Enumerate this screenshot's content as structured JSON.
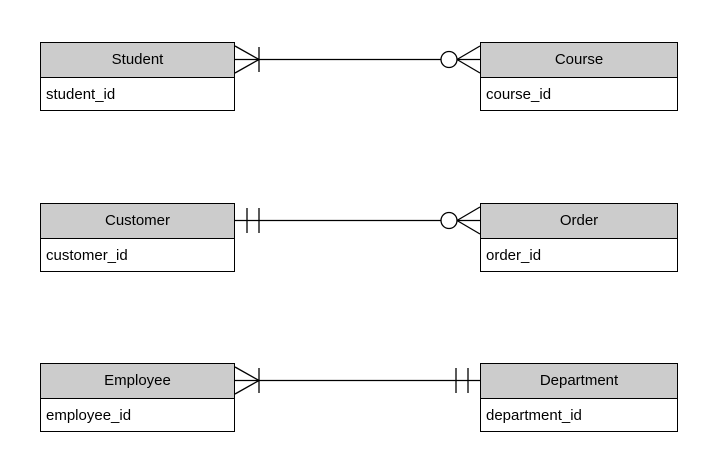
{
  "diagram": {
    "type": "entity-relationship-diagram",
    "notation": "crows-foot",
    "colors": {
      "header_fill": "#cccccc",
      "body_fill": "#ffffff",
      "line": "#000000",
      "text": "#000000",
      "background": "#ffffff"
    },
    "entities": [
      {
        "name": "Student",
        "attributes": [
          "student_id"
        ]
      },
      {
        "name": "Course",
        "attributes": [
          "course_id"
        ]
      },
      {
        "name": "Customer",
        "attributes": [
          "customer_id"
        ]
      },
      {
        "name": "Order",
        "attributes": [
          "order_id"
        ]
      },
      {
        "name": "Employee",
        "attributes": [
          "employee_id"
        ]
      },
      {
        "name": "Department",
        "attributes": [
          "department_id"
        ]
      }
    ],
    "relationships": [
      {
        "from": "Student",
        "to": "Course",
        "from_cardinality": "one-or-many",
        "to_cardinality": "zero-or-many"
      },
      {
        "from": "Customer",
        "to": "Order",
        "from_cardinality": "exactly-one",
        "to_cardinality": "zero-or-many"
      },
      {
        "from": "Employee",
        "to": "Department",
        "from_cardinality": "one-or-many",
        "to_cardinality": "exactly-one"
      }
    ]
  }
}
